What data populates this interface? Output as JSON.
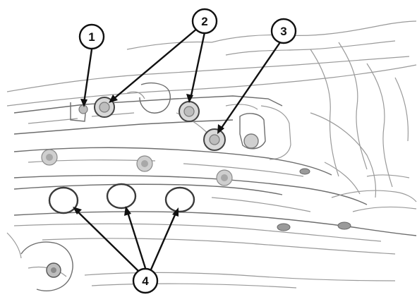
{
  "diagram": {
    "callouts": [
      {
        "id": "c1",
        "label": "1"
      },
      {
        "id": "c2",
        "label": "2"
      },
      {
        "id": "c3",
        "label": "3"
      },
      {
        "id": "c4",
        "label": "4"
      }
    ],
    "colors": {
      "line_art": "#9a9a9a",
      "leader": "#111111",
      "background": "#ffffff"
    }
  }
}
